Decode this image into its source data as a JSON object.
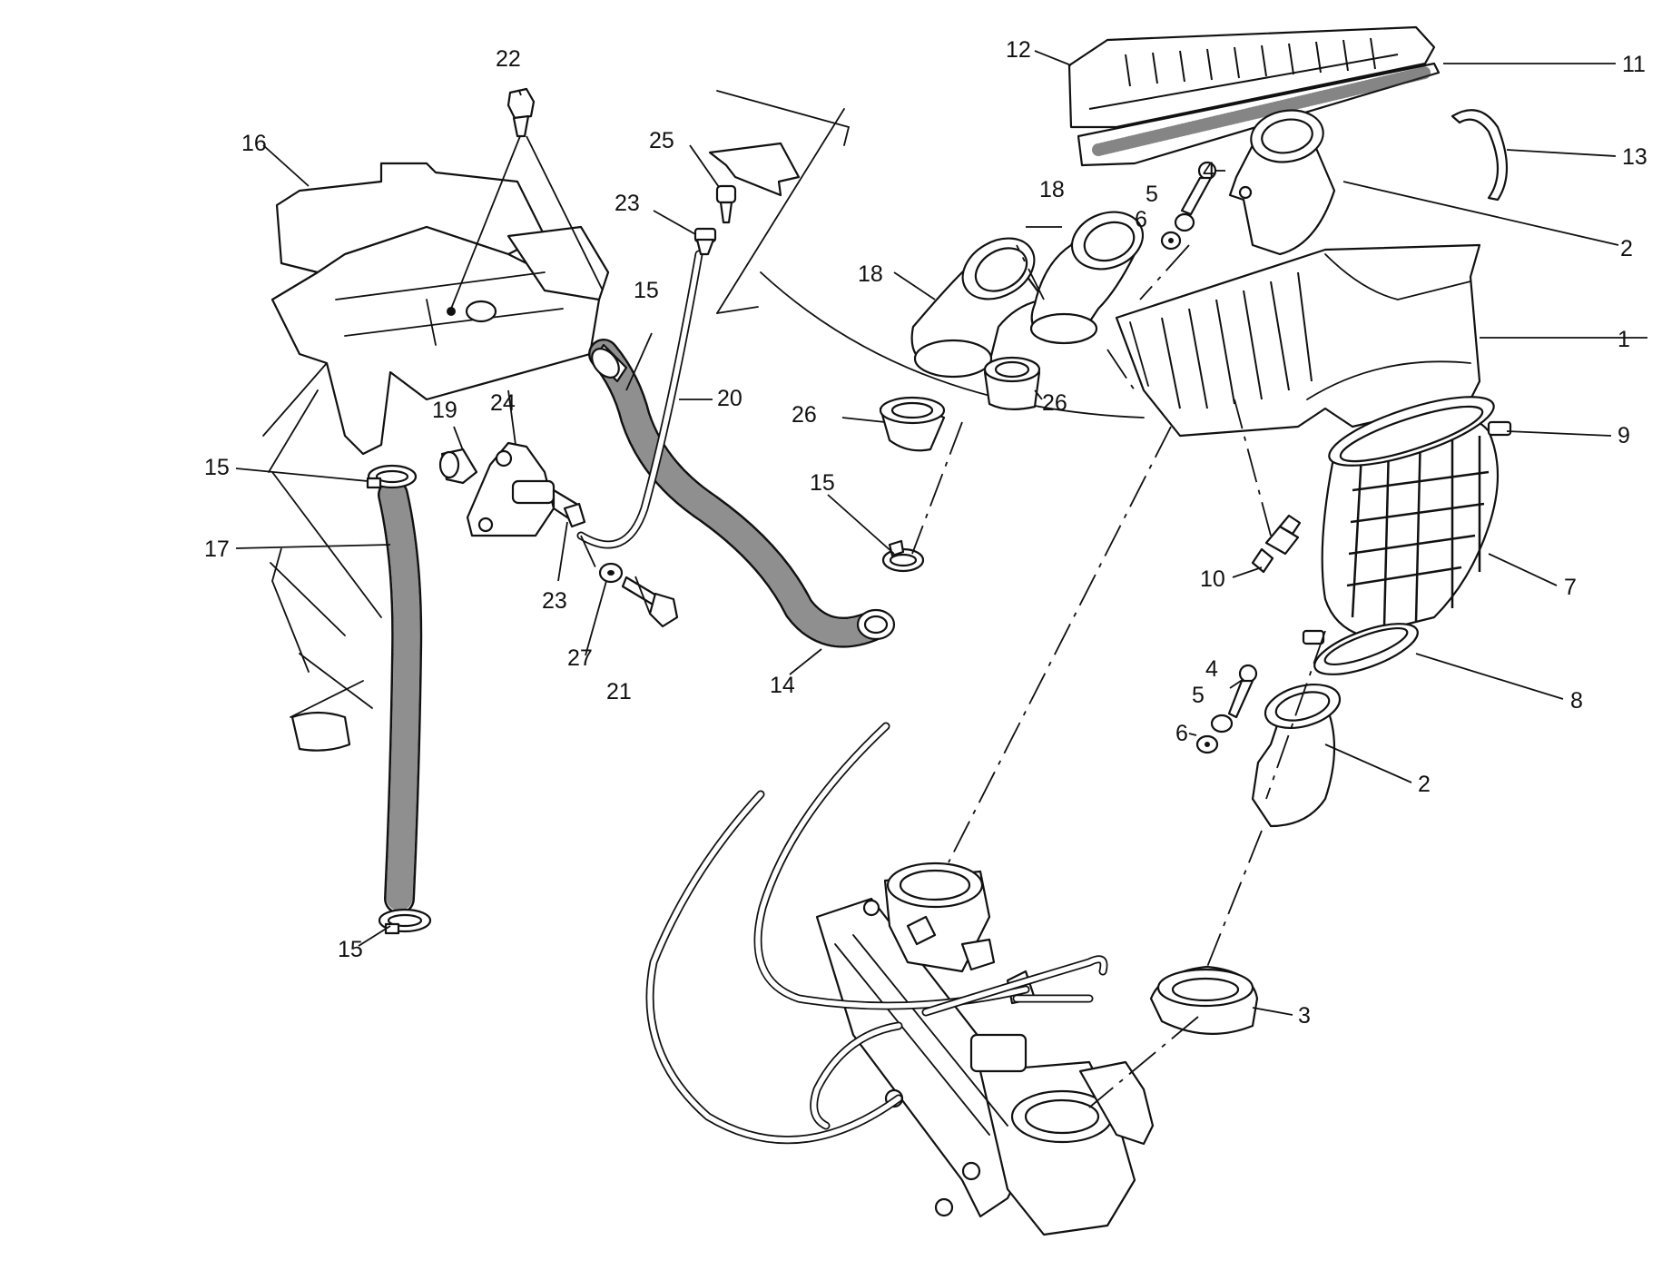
{
  "diagram": {
    "callouts": [
      {
        "id": "c-1",
        "text": "1"
      },
      {
        "id": "c-2a",
        "text": "2"
      },
      {
        "id": "c-2b",
        "text": "2"
      },
      {
        "id": "c-3",
        "text": "3"
      },
      {
        "id": "c-4a",
        "text": "4"
      },
      {
        "id": "c-4b",
        "text": "4"
      },
      {
        "id": "c-5a",
        "text": "5"
      },
      {
        "id": "c-5b",
        "text": "5"
      },
      {
        "id": "c-6a",
        "text": "6"
      },
      {
        "id": "c-6b",
        "text": "6"
      },
      {
        "id": "c-7",
        "text": "7"
      },
      {
        "id": "c-8",
        "text": "8"
      },
      {
        "id": "c-9",
        "text": "9"
      },
      {
        "id": "c-10",
        "text": "10"
      },
      {
        "id": "c-11",
        "text": "11"
      },
      {
        "id": "c-12",
        "text": "12"
      },
      {
        "id": "c-13",
        "text": "13"
      },
      {
        "id": "c-14",
        "text": "14"
      },
      {
        "id": "c-15a",
        "text": "15"
      },
      {
        "id": "c-15b",
        "text": "15"
      },
      {
        "id": "c-15c",
        "text": "15"
      },
      {
        "id": "c-15d",
        "text": "15"
      },
      {
        "id": "c-16",
        "text": "16"
      },
      {
        "id": "c-17",
        "text": "17"
      },
      {
        "id": "c-18a",
        "text": "18"
      },
      {
        "id": "c-18b",
        "text": "18"
      },
      {
        "id": "c-19",
        "text": "19"
      },
      {
        "id": "c-20",
        "text": "20"
      },
      {
        "id": "c-21",
        "text": "21"
      },
      {
        "id": "c-22",
        "text": "22"
      },
      {
        "id": "c-23a",
        "text": "23"
      },
      {
        "id": "c-23b",
        "text": "23"
      },
      {
        "id": "c-24",
        "text": "24"
      },
      {
        "id": "c-25",
        "text": "25"
      },
      {
        "id": "c-26a",
        "text": "26"
      },
      {
        "id": "c-26b",
        "text": "26"
      },
      {
        "id": "c-27",
        "text": "27"
      }
    ]
  }
}
